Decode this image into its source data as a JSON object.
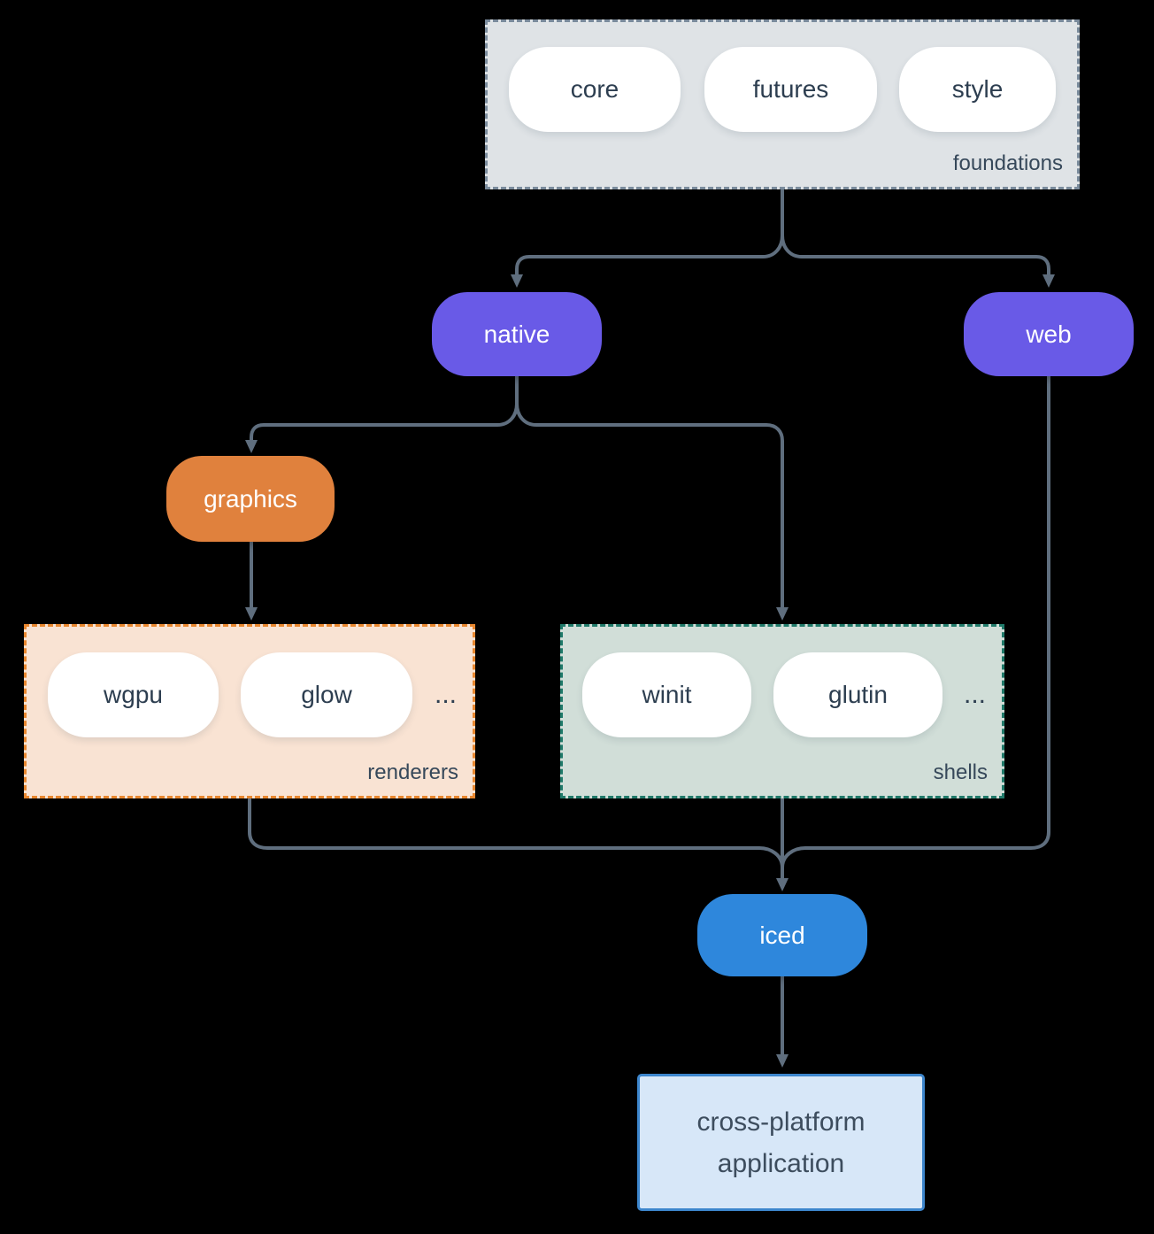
{
  "colors": {
    "background": "#000000",
    "line": "#5f6e7e",
    "white": "#ffffff",
    "pillText": "#2d3e50",
    "groupLabel": "#36485a",
    "purple": "#695ae7",
    "orange": "#e0813d",
    "blue": "#2e87dc",
    "foundationsFill": "#dfe3e6",
    "foundationsBorder": "#7a8b9c",
    "renderersFill": "#f9e3d3",
    "renderersBorder": "#e8872f",
    "shellsFill": "#d1ded8",
    "shellsBorder": "#207a6a",
    "appFill": "#d7e7f8",
    "appBorder": "#3d86cd",
    "appText": "#3d4d5e"
  },
  "nodes": {
    "core": {
      "label": "core"
    },
    "futures": {
      "label": "futures"
    },
    "style": {
      "label": "style"
    },
    "native": {
      "label": "native"
    },
    "web": {
      "label": "web"
    },
    "graphics": {
      "label": "graphics"
    },
    "wgpu": {
      "label": "wgpu"
    },
    "glow": {
      "label": "glow"
    },
    "winit": {
      "label": "winit"
    },
    "glutin": {
      "label": "glutin"
    },
    "iced": {
      "label": "iced"
    },
    "application": {
      "line1": "cross-platform",
      "line2": "application"
    }
  },
  "groups": {
    "foundations": {
      "label": "foundations"
    },
    "renderers": {
      "label": "renderers",
      "ellipsis": "..."
    },
    "shells": {
      "label": "shells",
      "ellipsis": "..."
    }
  }
}
